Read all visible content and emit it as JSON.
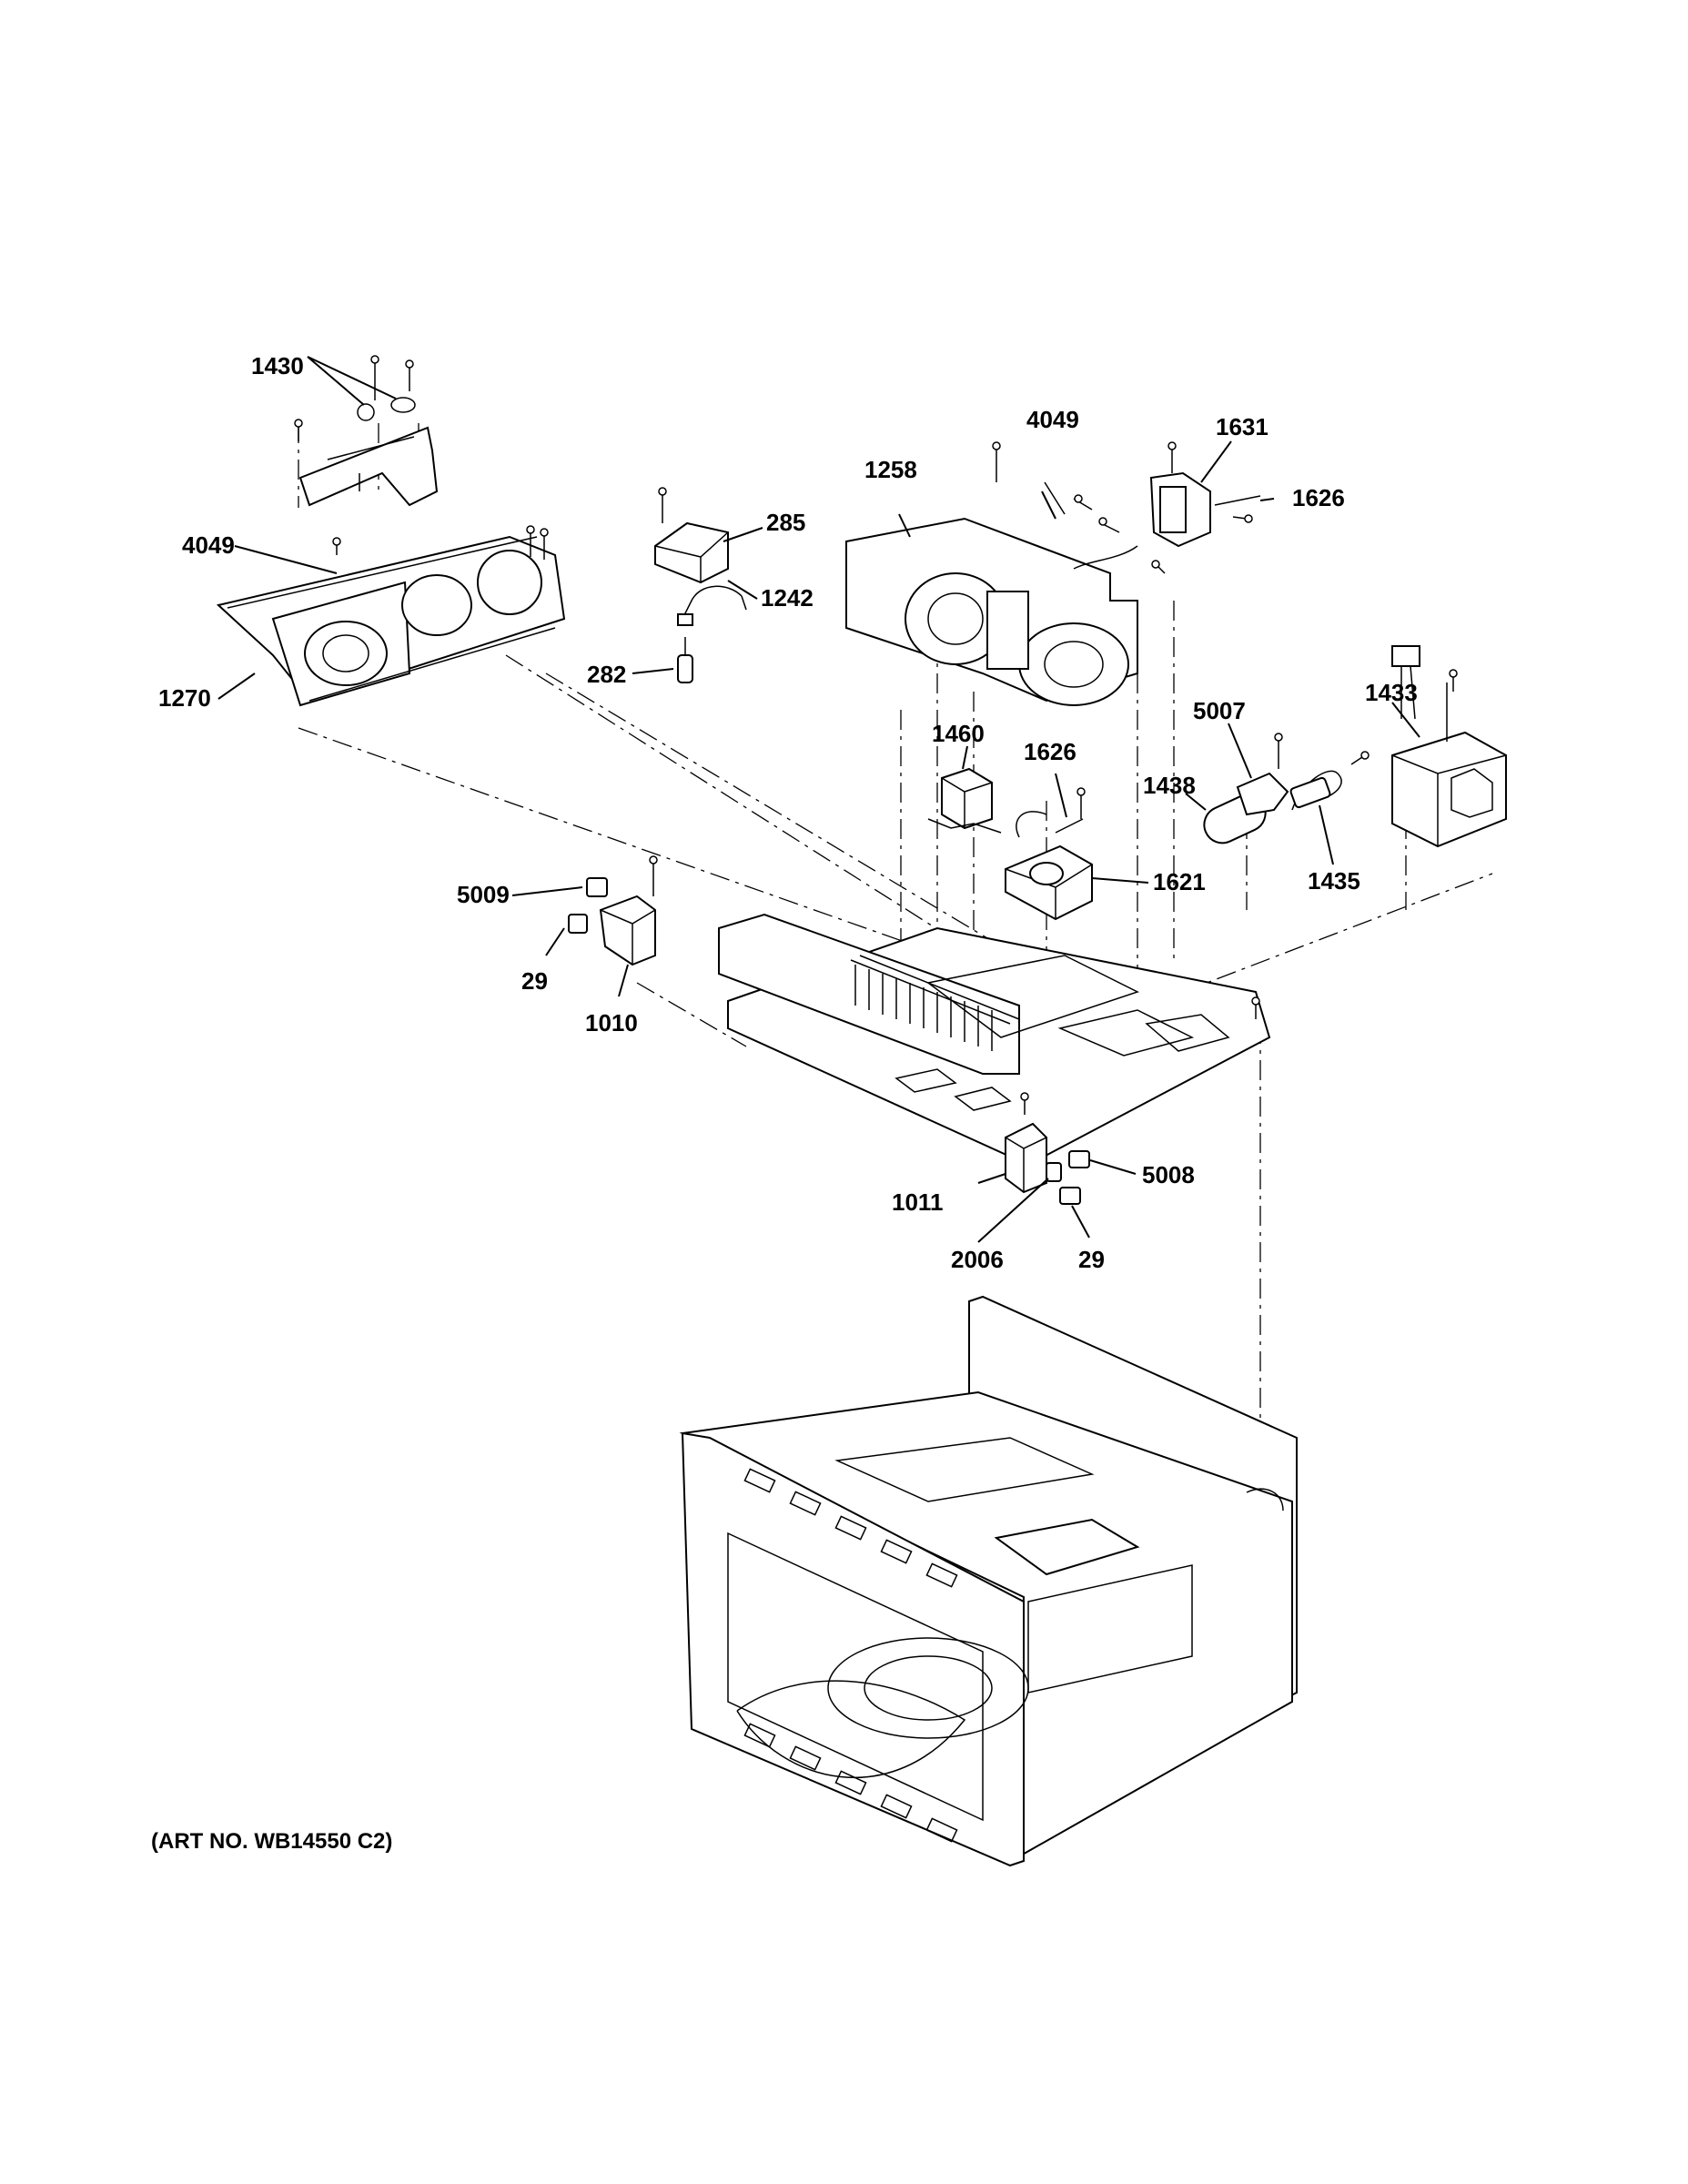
{
  "diagram": {
    "callouts": [
      {
        "id": "c1430",
        "label": "1430"
      },
      {
        "id": "c4049a",
        "label": "4049"
      },
      {
        "id": "c1270",
        "label": "1270"
      },
      {
        "id": "c285",
        "label": "285"
      },
      {
        "id": "c1242",
        "label": "1242"
      },
      {
        "id": "c282",
        "label": "282"
      },
      {
        "id": "c4049b",
        "label": "4049"
      },
      {
        "id": "c1258",
        "label": "1258"
      },
      {
        "id": "c1631",
        "label": "1631"
      },
      {
        "id": "c1626a",
        "label": "1626"
      },
      {
        "id": "c1460",
        "label": "1460"
      },
      {
        "id": "c1626b",
        "label": "1626"
      },
      {
        "id": "c5007",
        "label": "5007"
      },
      {
        "id": "c1438",
        "label": "1438"
      },
      {
        "id": "c1433",
        "label": "1433"
      },
      {
        "id": "c1435",
        "label": "1435"
      },
      {
        "id": "c1621",
        "label": "1621"
      },
      {
        "id": "c5009",
        "label": "5009"
      },
      {
        "id": "c29a",
        "label": "29"
      },
      {
        "id": "c1010",
        "label": "1010"
      },
      {
        "id": "c1011",
        "label": "1011"
      },
      {
        "id": "c5008",
        "label": "5008"
      },
      {
        "id": "c2006",
        "label": "2006"
      },
      {
        "id": "c29b",
        "label": "29"
      }
    ],
    "art_number": "(ART NO. WB14550 C2)"
  }
}
